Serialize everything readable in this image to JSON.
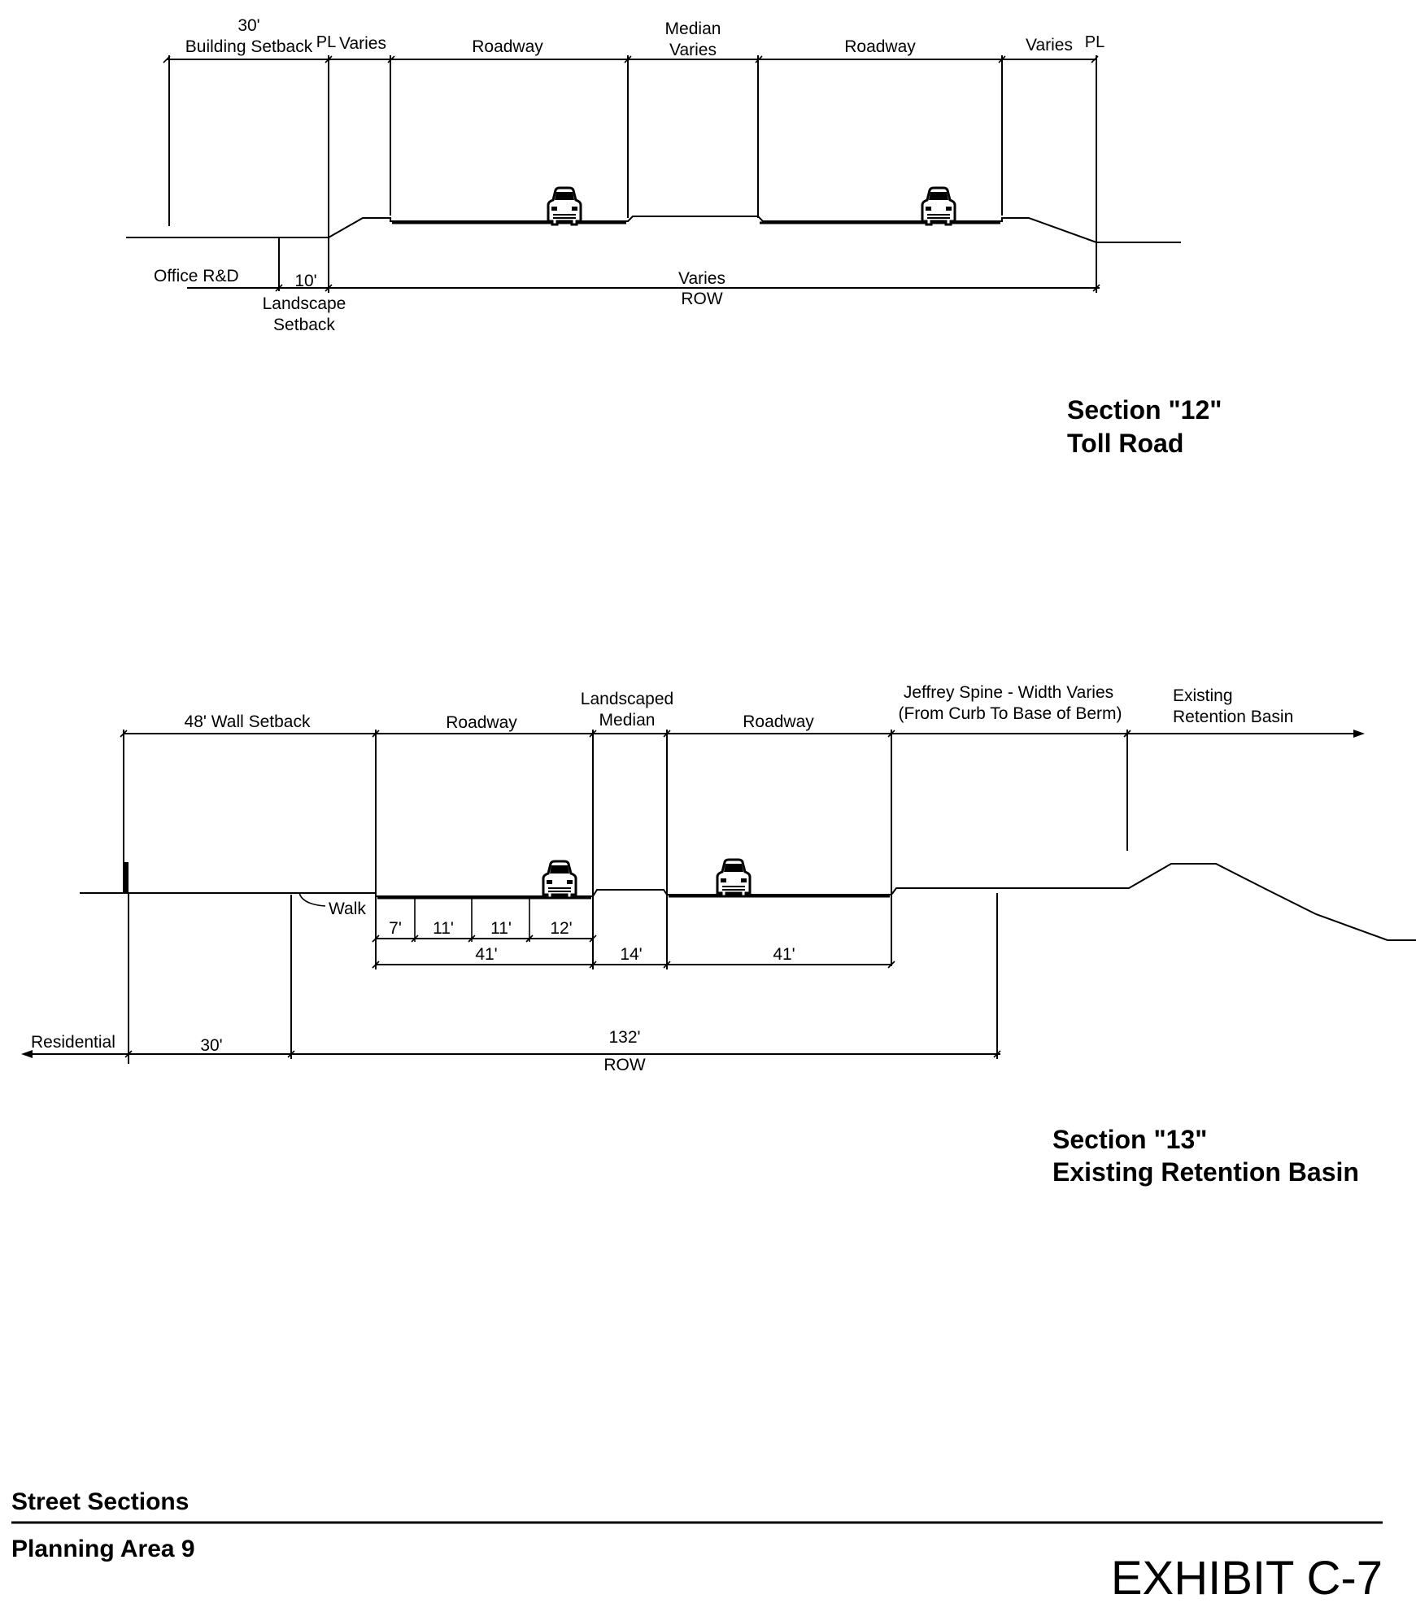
{
  "section12": {
    "title_line1": "Section \"12\"",
    "title_line2": "Toll Road",
    "building_setback_dim": "30'",
    "building_setback": "Building Setback",
    "property_line": "PL",
    "varies_left": "Varies",
    "roadway_left": "Roadway",
    "median": "Median",
    "median_varies": "Varies",
    "roadway_right": "Roadway",
    "varies_right": "Varies",
    "office": "Office R&D",
    "landscape_dim": "10'",
    "landscape_line1": "Landscape",
    "landscape_line2": "Setback",
    "row_varies": "Varies",
    "row": "ROW"
  },
  "section13": {
    "title_line1": "Section \"13\"",
    "title_line2": "Existing Retention Basin",
    "wall_setback": "48' Wall Setback",
    "roadway_left": "Roadway",
    "median_line1": "Landscaped",
    "median_line2": "Median",
    "roadway_right": "Roadway",
    "spine_line1": "Jeffrey Spine - Width Varies",
    "spine_line2": "(From Curb To Base of Berm)",
    "basin_line1": "Existing",
    "basin_line2": "Retention Basin",
    "walk": "Walk",
    "lane_dims": [
      "7'",
      "11'",
      "11'",
      "12'"
    ],
    "left_roadway_dim": "41'",
    "median_dim": "14'",
    "right_roadway_dim": "41'",
    "residential": "Residential",
    "setback_dim": "30'",
    "row_dim": "132'",
    "row": "ROW"
  },
  "footer": {
    "street_sections": "Street Sections",
    "planning_area": "Planning Area 9",
    "exhibit": "EXHIBIT C-7"
  }
}
